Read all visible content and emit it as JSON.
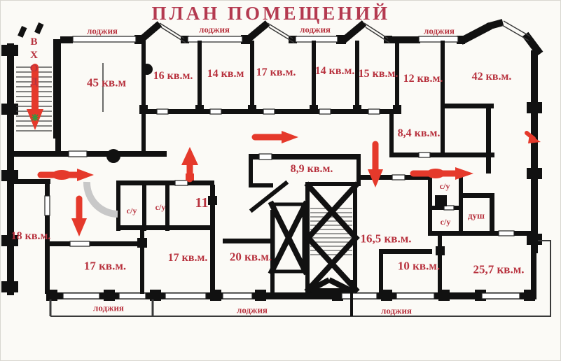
{
  "title": "ПЛАН ПОМЕЩЕНИЙ",
  "entrance_label": "ВХОД",
  "loggia": "лоджия",
  "rooms": {
    "r45": "45 кв.м",
    "r16": "16 кв.м.",
    "r14a": "14 кв.м",
    "r17a": "17 кв.м.",
    "r14b": "14 кв.м.",
    "r15": "15 кв.м.",
    "r12": "12 кв.м.",
    "r42": "42 кв.м.",
    "r8_4": "8,4 кв.м.",
    "r8_9": "8,9 кв.м.",
    "r11": "11",
    "r18": "18 кв.м.",
    "r17b": "17 кв.м.",
    "r17c": "17 кв.м.",
    "r20": "20 кв.м.",
    "r16_5": "16,5 кв.м.",
    "r10": "10 кв.м.",
    "r25_7": "25,7 кв.м.",
    "su": "с/у",
    "shower": "душ"
  },
  "colors": {
    "wall": "#111111",
    "label": "#b8333f",
    "title": "#b43a50",
    "arrow": "#e5392b",
    "paper": "#fbfaf6"
  }
}
